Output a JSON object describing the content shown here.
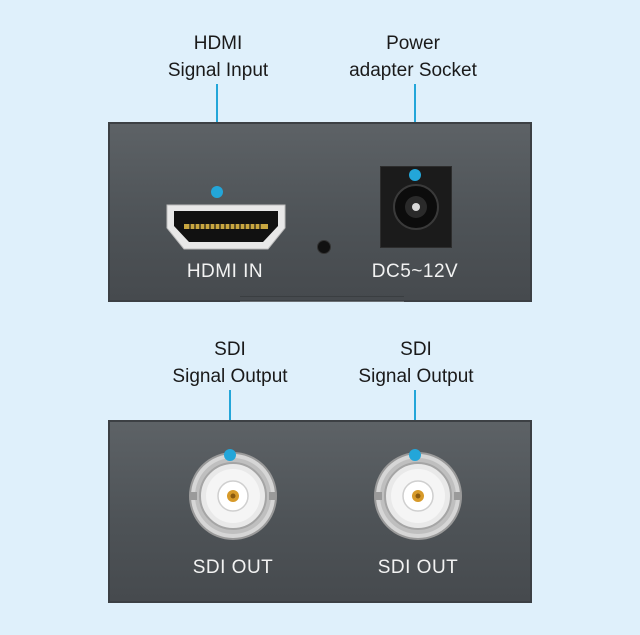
{
  "callouts": {
    "hdmi_input": {
      "line1": "HDMI",
      "line2": "Signal Input"
    },
    "power": {
      "line1": "Power",
      "line2": "adapter Socket"
    },
    "sdi_left": {
      "line1": "SDI",
      "line2": "Signal Output"
    },
    "sdi_right": {
      "line1": "SDI",
      "line2": "Signal Output"
    }
  },
  "ports": {
    "hdmi_in": "HDMI IN",
    "dc": "DC5~12V",
    "sdi_out_left": "SDI OUT",
    "sdi_out_right": "SDI OUT"
  },
  "colors": {
    "background": "#dff0fb",
    "accent": "#23a6d9",
    "panel": "#54595d",
    "label_text": "#f2f2f2"
  }
}
